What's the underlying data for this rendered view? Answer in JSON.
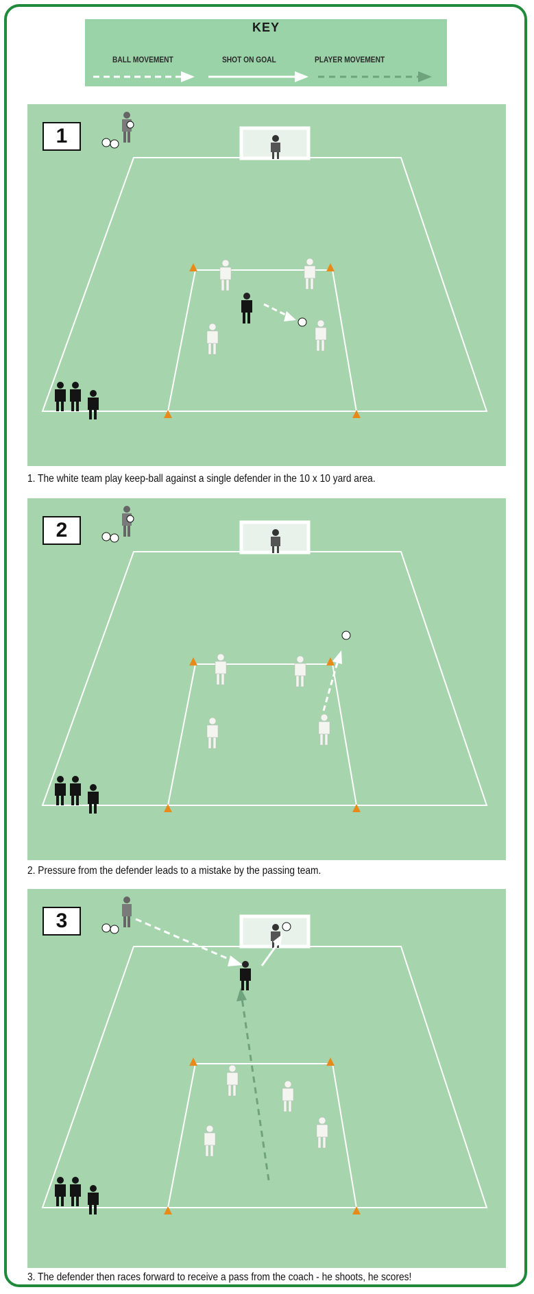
{
  "key": {
    "title": "KEY",
    "ball_movement": "BALL MOVEMENT",
    "shot_on_goal": "SHOT ON GOAL",
    "player_movement": "PLAYER MOVEMENT"
  },
  "panels": [
    {
      "number": "1",
      "caption": "1. The white team play keep-ball against a single defender in the 10 x 10 yard area."
    },
    {
      "number": "2",
      "caption": "2. Pressure from the defender leads to a mistake by the passing team."
    },
    {
      "number": "3",
      "caption": "3. The defender then races forward to receive a pass from the coach - he shoots, he scores!"
    }
  ],
  "colors": {
    "frame": "#1f8a3a",
    "pitch": "#a6d5ad",
    "key_bg": "#9bd3a8",
    "cone": "#e88a1a",
    "white_team": "#f4f4f0",
    "black_team": "#141414",
    "coach": "#7a7a7a",
    "player_movement_arrow": "#6fa37c"
  }
}
